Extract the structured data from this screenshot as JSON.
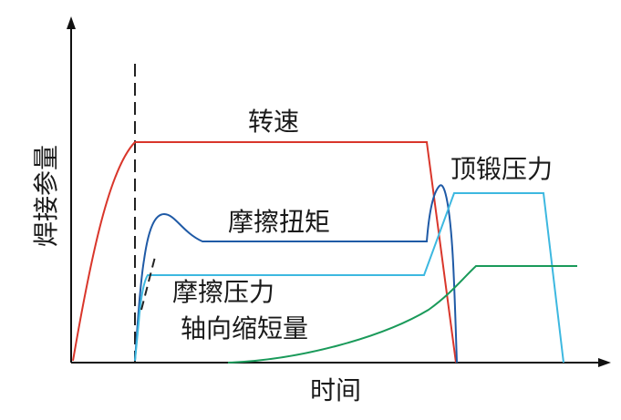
{
  "axes": {
    "x_label": "时间",
    "y_label": "焊接参量"
  },
  "curves": [
    {
      "id": "rotation-speed",
      "label": "转速",
      "color": "#d9362b"
    },
    {
      "id": "friction-torque",
      "label": "摩擦扭矩",
      "color": "#1f5aa6"
    },
    {
      "id": "upset-pressure",
      "label": "顶锻压力",
      "color": "#3db8e0"
    },
    {
      "id": "friction-pressure",
      "label": "摩擦压力",
      "color": "#3db8e0"
    },
    {
      "id": "axial-shortening",
      "label": "轴向缩短量",
      "color": "#1a9a5a"
    }
  ],
  "colors": {
    "axis": "#111111",
    "dashed_marker": "#222222"
  }
}
